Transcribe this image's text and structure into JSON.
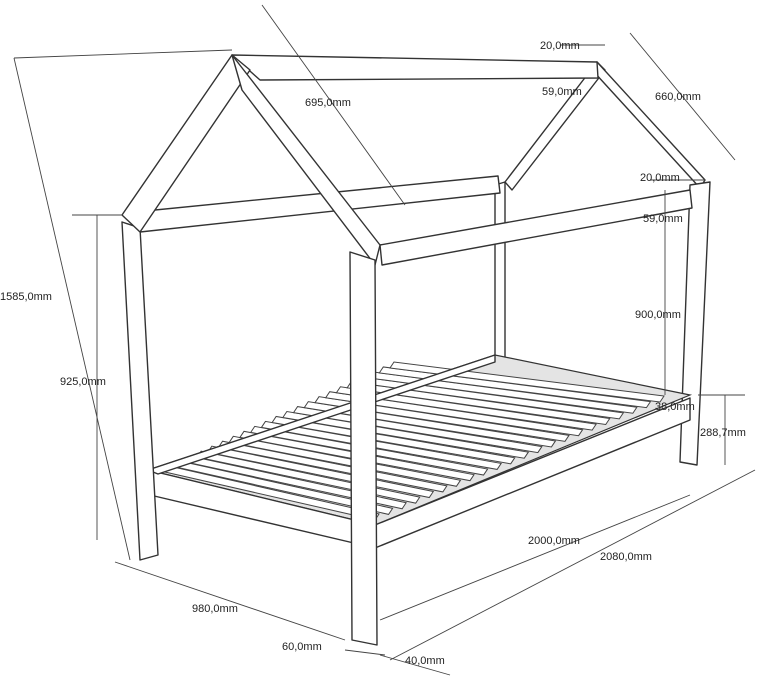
{
  "dimensions": {
    "back_rail_thickness": "20,0mm",
    "back_rail_height": "59,0mm",
    "roof_length": "695,0mm",
    "roof_depth": "660,0mm",
    "side_rail_thickness": "20,0mm",
    "side_rail_height": "59,0mm",
    "total_height": "1585,0mm",
    "post_height": "925,0mm",
    "side_height": "900,0mm",
    "frame_rail_height": "38,0mm",
    "frame_floor_height": "288,7mm",
    "inner_length": "2000,0mm",
    "total_length": "2080,0mm",
    "total_width": "980,0mm",
    "post_width": "60,0mm",
    "post_depth": "40,0mm"
  }
}
